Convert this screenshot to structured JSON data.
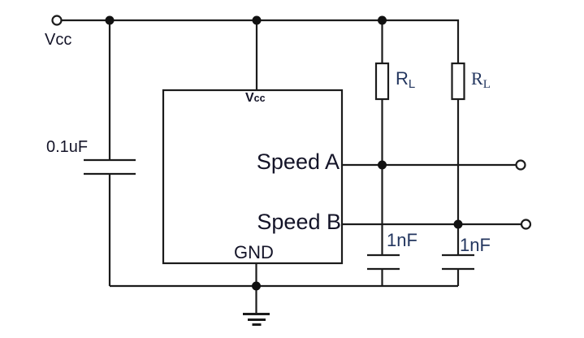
{
  "diagram": {
    "type": "circuit-schematic",
    "labels": {
      "supply": "Vcc",
      "bypass_cap_value": "0.1uF",
      "ic": {
        "vcc_base": "V",
        "vcc_sub": "cc",
        "pin_speed_a": "Speed A",
        "pin_speed_b": "Speed B",
        "gnd": "GND"
      },
      "load_resistor_1": {
        "base": "R",
        "sub": "L"
      },
      "load_resistor_2": {
        "base": "R",
        "sub": "L"
      },
      "filter_cap_1_value": "1nF",
      "filter_cap_2_value": "1nF"
    },
    "colors": {
      "wire": "#1b1b1b",
      "text_primary": "#141428",
      "text_component": "#23365f",
      "background": "#ffffff"
    }
  }
}
